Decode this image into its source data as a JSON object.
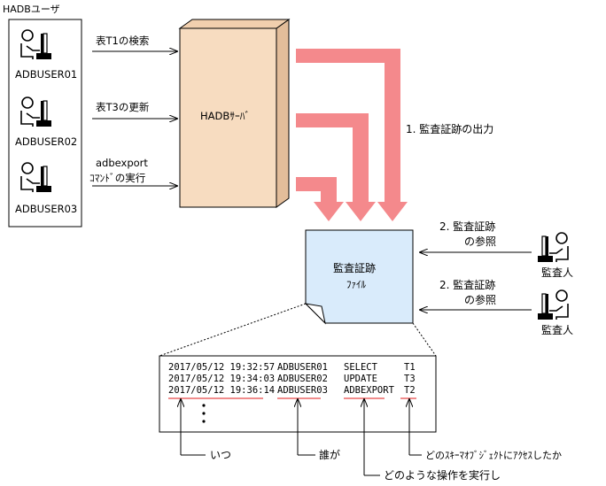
{
  "users_box": {
    "label": "HADBユーザ",
    "users": [
      "ADBUSER01",
      "ADBUSER02",
      "ADBUSER03"
    ]
  },
  "operations": [
    {
      "line1": "表T1の検索"
    },
    {
      "line1": "表T3の更新"
    },
    {
      "line1": "adbexport",
      "line2": "ｺﾏﾝﾄﾞの実行"
    }
  ],
  "server": {
    "label": "HADBｻｰﾊﾞ"
  },
  "output_label": "1.  監査証跡の出力",
  "audit_file": {
    "line1": "監査証跡",
    "line2": "ﾌｧｲﾙ"
  },
  "reference_label": {
    "line1": "2.  監査証跡",
    "line2": "の参照"
  },
  "auditor_label": "監査人",
  "log_records": [
    {
      "timestamp": "2017/05/12 19:32:57",
      "user": "ADBUSER01",
      "operation": "SELECT",
      "table": "T1"
    },
    {
      "timestamp": "2017/05/12 19:34:03",
      "user": "ADBUSER02",
      "operation": "UPDATE",
      "table": "T3"
    },
    {
      "timestamp": "2017/05/12 19:36:14",
      "user": "ADBUSER03",
      "operation": "ADBEXPORT",
      "table": "T2"
    }
  ],
  "explanations": {
    "when": "いつ",
    "who": "誰が",
    "what": "どのような操作を実行し",
    "object": "どのｽｷｰﾏｵﾌﾞｼﾞｪｸﾄにｱｸｾｽしたか"
  },
  "colors": {
    "flow_arrow": "#f4898c",
    "file_fill": "#d9ebfb",
    "server_fill": "#f7dcc0",
    "underline": "#e84848"
  }
}
